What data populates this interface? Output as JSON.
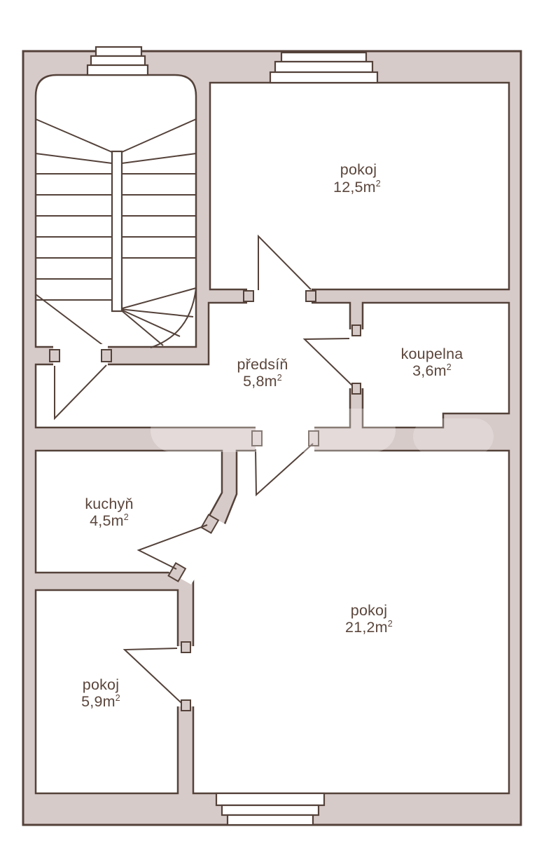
{
  "plan": {
    "type": "apartment-floor-plan",
    "language": "cs",
    "rooms": [
      {
        "name": "pokoj",
        "area": "12,5m",
        "sup": "2"
      },
      {
        "name": "koupelna",
        "area": "3,6m",
        "sup": "2"
      },
      {
        "name": "předsíň",
        "area": "5,8m",
        "sup": "2"
      },
      {
        "name": "kuchyň",
        "area": "4,5m",
        "sup": "2"
      },
      {
        "name": "pokoj",
        "area": "21,2m",
        "sup": "2"
      },
      {
        "name": "pokoj",
        "area": "5,9m",
        "sup": "2"
      }
    ],
    "colors": {
      "wall": "#d7cbc9",
      "line": "#54423a",
      "text": "#5b463c",
      "floor": "#ffffff"
    }
  }
}
